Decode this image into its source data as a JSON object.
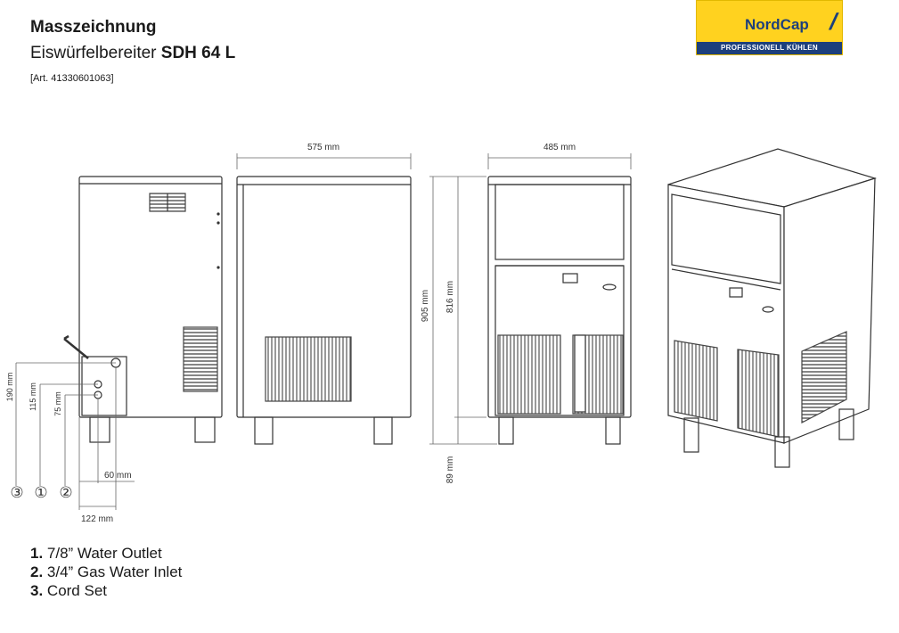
{
  "header": {
    "title": "Masszeichnung",
    "subtitle_prefix": "Eiswürfelbereiter ",
    "subtitle_model": "SDH 64 L",
    "article": "[Art. 41330601063]"
  },
  "logo": {
    "brand": "NordCap",
    "tagline": "PROFESSIONELL KÜHLEN",
    "colors": {
      "yellow": "#ffd21f",
      "navy": "#1d3f7c"
    }
  },
  "dimensions": {
    "width": "575 mm",
    "depth": "485 mm",
    "total_height": "905 mm",
    "body_height": "816 mm",
    "feet_height": "89 mm",
    "h_190": "190 mm",
    "h_115": "115 mm",
    "h_75": "75 mm",
    "w_60": "60 mm",
    "w_122": "122 mm"
  },
  "callouts": [
    "③",
    "①",
    "②"
  ],
  "legend": [
    {
      "num": "1.",
      "text": " 7/8” Water Outlet"
    },
    {
      "num": "2.",
      "text": " 3/4” Gas Water Inlet"
    },
    {
      "num": "3.",
      "text": " Cord Set"
    }
  ]
}
